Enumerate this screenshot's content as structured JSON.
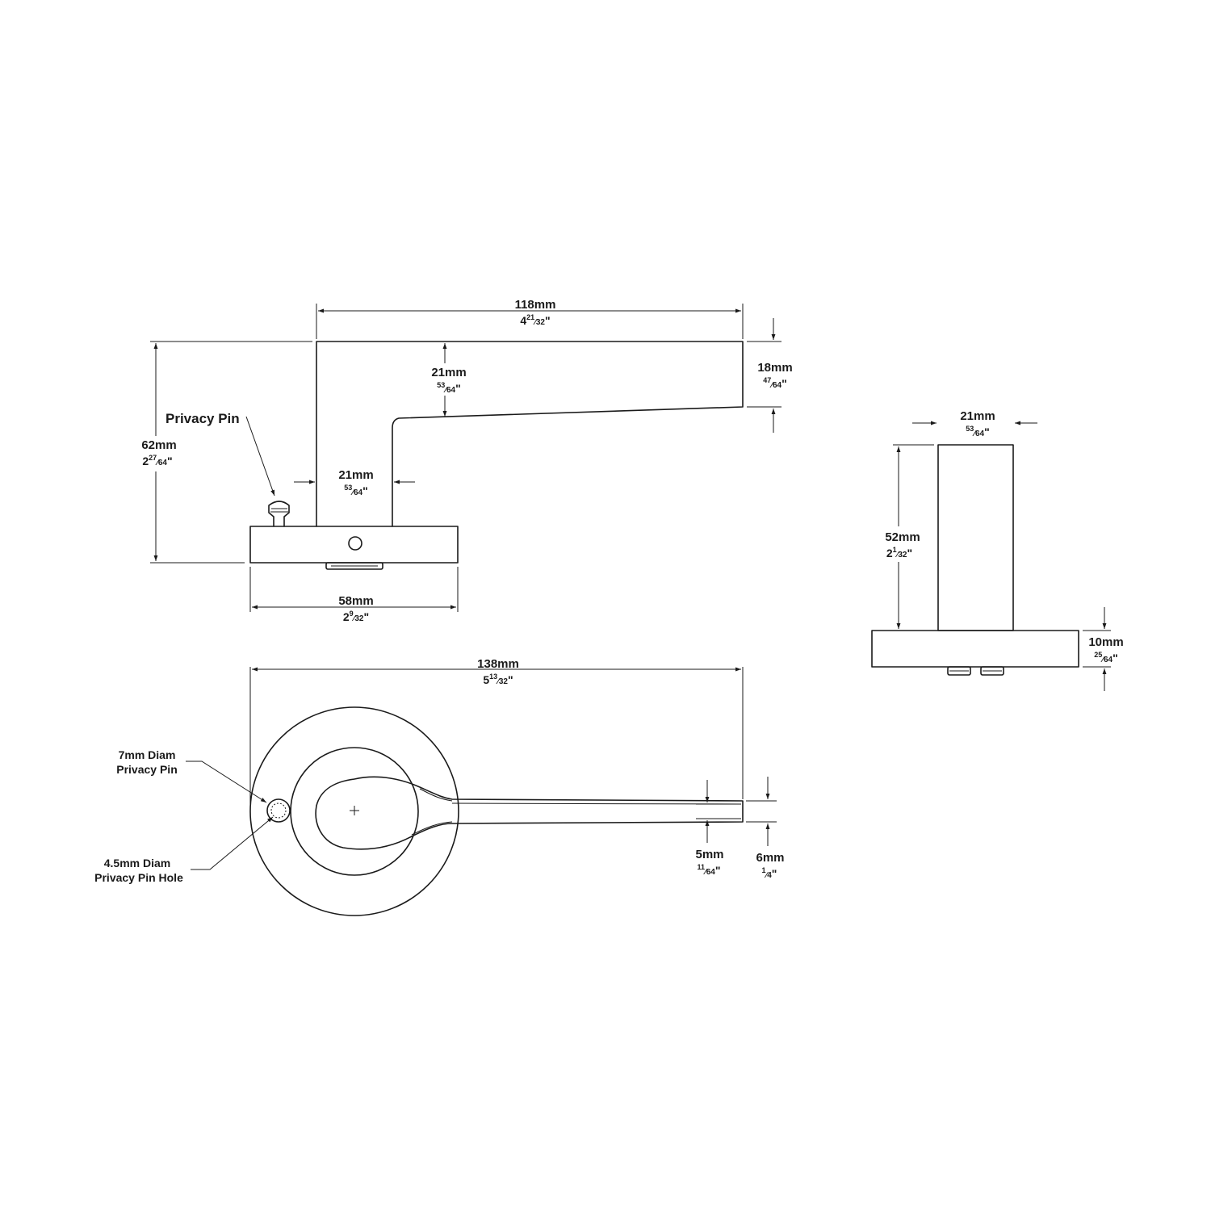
{
  "labels": {
    "privacy_pin": "Privacy Pin",
    "pin_diam_1": "7mm Diam",
    "pin_diam_2": "Privacy Pin",
    "hole_diam_1": "4.5mm Diam",
    "hole_diam_2": "Privacy Pin Hole"
  },
  "dimensions": {
    "width_118": {
      "mm": "118mm",
      "whole": "4",
      "num": "21",
      "den": "32"
    },
    "height_18": {
      "mm": "18mm",
      "whole": "",
      "num": "47",
      "den": "64"
    },
    "neck_21_top": {
      "mm": "21mm",
      "whole": "",
      "num": "53",
      "den": "64"
    },
    "height_62": {
      "mm": "62mm",
      "whole": "2",
      "num": "27",
      "den": "64"
    },
    "neck_21_mid": {
      "mm": "21mm",
      "whole": "",
      "num": "53",
      "den": "64"
    },
    "base_58": {
      "mm": "58mm",
      "whole": "2",
      "num": "9",
      "den": "32"
    },
    "side_21": {
      "mm": "21mm",
      "whole": "",
      "num": "53",
      "den": "64"
    },
    "side_52": {
      "mm": "52mm",
      "whole": "2",
      "num": "1",
      "den": "32"
    },
    "rose_10": {
      "mm": "10mm",
      "whole": "",
      "num": "25",
      "den": "64"
    },
    "length_138": {
      "mm": "138mm",
      "whole": "5",
      "num": "13",
      "den": "32"
    },
    "tip_5": {
      "mm": "5mm",
      "whole": "",
      "num": "11",
      "den": "64"
    },
    "tip_6": {
      "mm": "6mm",
      "whole": "",
      "num": "1",
      "den": "4"
    }
  }
}
